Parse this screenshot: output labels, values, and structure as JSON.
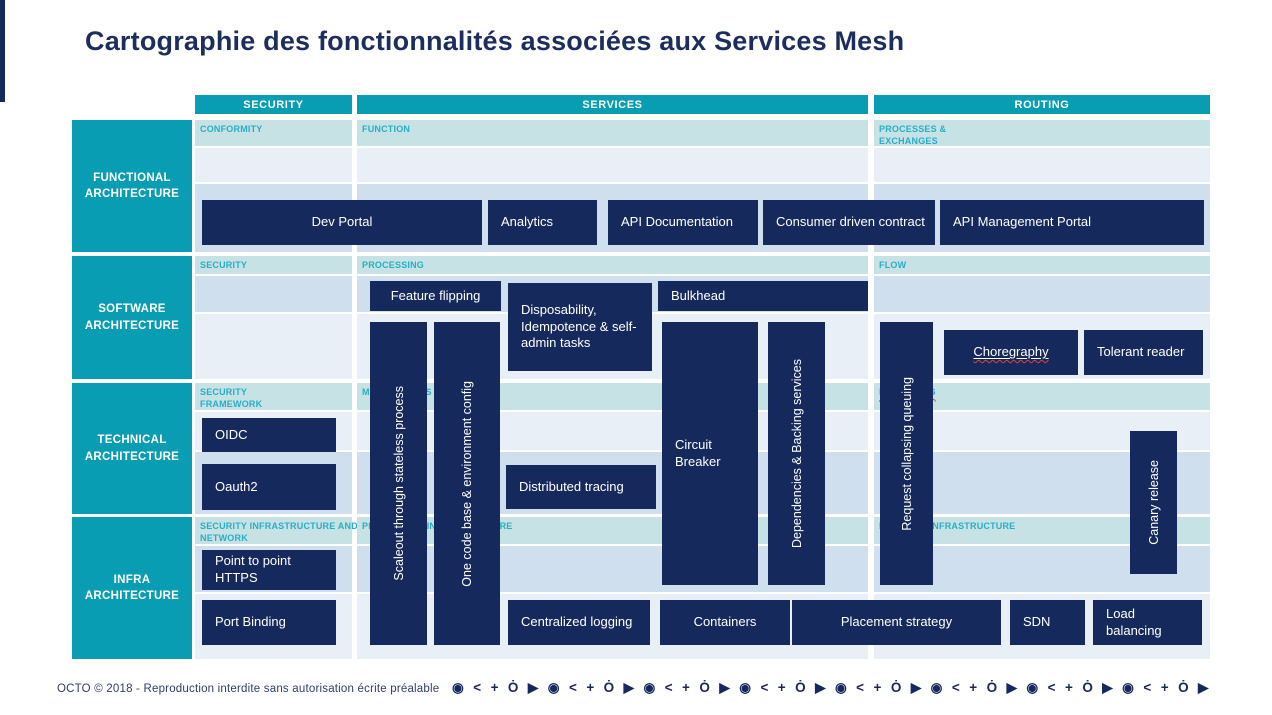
{
  "title": "Cartographie des fonctionnalités associées aux Services Mesh",
  "columns": {
    "security": "SECURITY",
    "services": "SERVICES",
    "routing": "ROUTING"
  },
  "rows": {
    "functional": {
      "label": "FUNCTIONAL ARCHITECTURE",
      "sub": {
        "security": "CONFORMITY",
        "services": "FUNCTION",
        "routing": "PROCESSES & EXCHANGES"
      }
    },
    "software": {
      "label": "SOFTWARE ARCHITECTURE",
      "sub": {
        "security": "SECURITY",
        "services": "PROCESSING",
        "routing": "FLOW"
      }
    },
    "technical": {
      "label": "TECHNICAL ARCHITECTURE",
      "sub": {
        "security": "SECURITY FRAMEWORK",
        "services": "MIDDLEWARES",
        "routing": "MESSAGING"
      }
    },
    "infra": {
      "label": "INFRA ARCHITECTURE",
      "sub": {
        "security": "SECURITY INFRASTRUCTURE AND NETWORK",
        "services": "PROCESSING INFRASTRUCTURE",
        "routing": "NETWORK INFRASTRUCTURE"
      }
    }
  },
  "boxes": {
    "dev_portal": "Dev Portal",
    "analytics": "Analytics",
    "api_documentation": "API Documentation",
    "consumer_driven_contract": "Consumer driven contract",
    "api_management_portal": "API Management Portal",
    "feature_flipping": "Feature flipping",
    "disposability": "Disposability, Idempotence & self-admin tasks",
    "bulkhead": "Bulkhead",
    "choregraphy": "Choregraphy",
    "tolerant_reader": "Tolerant reader",
    "oidc": "OIDC",
    "oauth2": "Oauth2",
    "distributed_tracing": "Distributed tracing",
    "point_to_point_https": "Point to point HTTPS",
    "port_binding": "Port Binding",
    "centralized_logging": "Centralized logging",
    "containers": "Containers",
    "placement_strategy": "Placement strategy",
    "sdn": "SDN",
    "load_balancing": "Load balancing",
    "scaleout": "Scaleout through stateless process",
    "one_code_base": "One code base & environment config",
    "circuit_breaker": "Circuit Breaker",
    "dependencies_backing": "Dependencies & Backing services",
    "request_collapsing": "Request collapsing queuing",
    "canary_release": "Canary release"
  },
  "footer": {
    "copyright": "OCTO © 2018 - Reproduction interdite sans autorisation écrite préalable",
    "icon_pattern": [
      {
        "name": "fisheye-icon",
        "glyph": "◉"
      },
      {
        "name": "less-than-icon",
        "glyph": "<"
      },
      {
        "name": "plus-icon",
        "glyph": "+"
      },
      {
        "name": "stopwatch-icon",
        "glyph": "Ȯ"
      },
      {
        "name": "play-icon",
        "glyph": "▶"
      }
    ],
    "icon_repeats": 8
  },
  "colors": {
    "teal": "#089db2",
    "strip": "#c7e2e4",
    "cyan_label": "#27aec6",
    "light_band": "#cfdfee",
    "pale_band": "#e9eff7",
    "navy": "#16295c",
    "title": "#1c2e5e",
    "footer": "#2e3d6b",
    "wavy": "#d9453d"
  }
}
